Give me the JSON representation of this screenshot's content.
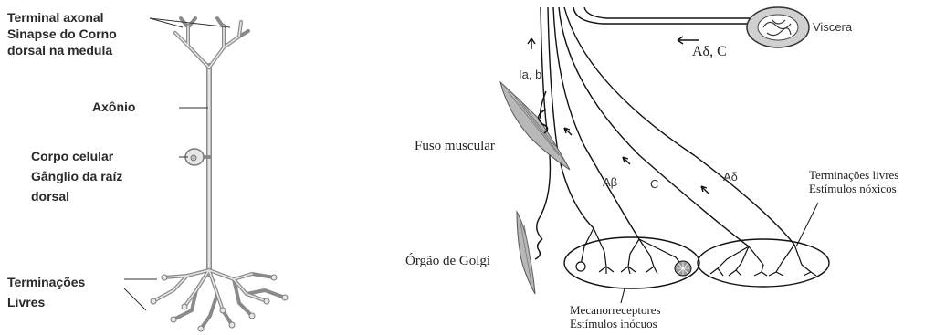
{
  "left_panel": {
    "terminal_label_lines": [
      "Terminal axonal",
      "Sinapse do Corno",
      "dorsal na medula"
    ],
    "axon_label": "Axônio",
    "cell_body_label_lines": [
      "Corpo celular",
      "Gânglio da raíz",
      "dorsal"
    ],
    "free_endings_label_lines": [
      "Terminações",
      "Livres"
    ]
  },
  "right_panel": {
    "viscera_label": "Viscera",
    "visceral_fibers_label": "Aδ, C",
    "ia_b_label": "Ia, b",
    "muscle_spindle_label": "Fuso muscular",
    "golgi_organ_label": "Órgão de Golgi",
    "a_beta_label": "Aβ",
    "c_label": "C",
    "a_delta_label": "Aδ",
    "free_endings_lines": [
      "Terminações livres",
      "Estímulos nóxicos"
    ],
    "mechanoreceptors_lines": [
      "Mecanorreceptores",
      "Estímulos inócuos"
    ]
  },
  "colors": {
    "neuron_fill": "#e6e6e6",
    "neuron_stroke": "#7a7a7a",
    "line": "#222222",
    "muscle": "#b8b8b8"
  }
}
